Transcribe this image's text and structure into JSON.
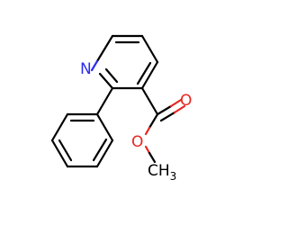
{
  "molecule": {
    "atoms": {
      "nitrogen": {
        "label": "N",
        "color": "#2d2df0"
      },
      "carbonyl_oxygen": {
        "label": "O",
        "color": "#e8251f"
      },
      "ester_oxygen": {
        "label": "O",
        "color": "#e8251f"
      },
      "methyl": {
        "label": "CH",
        "subscript": "3",
        "color": "#000000"
      }
    },
    "bond_color": "#000000"
  }
}
